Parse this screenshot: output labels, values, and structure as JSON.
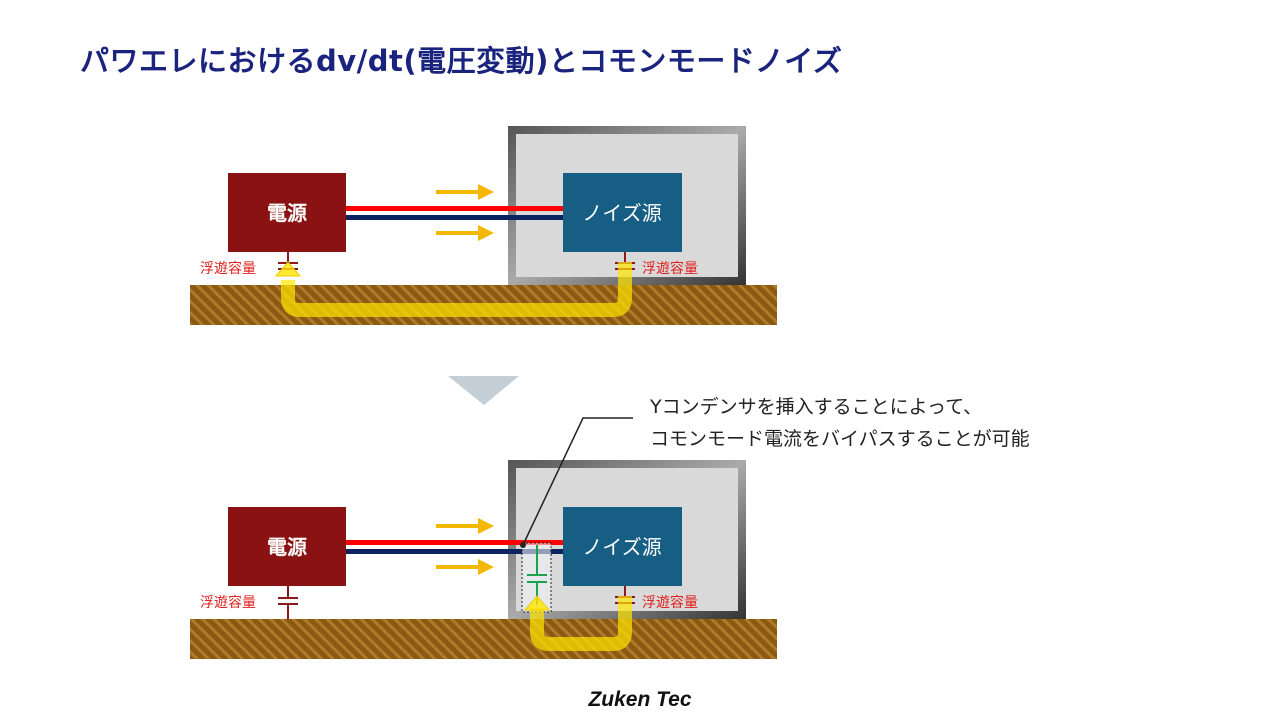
{
  "title": "パワエレにおけるdv/dt(電圧変動)とコモンモードノイズ",
  "diagram_top": {
    "power_label": "電源",
    "noise_label": "ノイズ源",
    "stray_left": "浮遊容量",
    "stray_right": "浮遊容量"
  },
  "diagram_bottom": {
    "power_label": "電源",
    "noise_label": "ノイズ源",
    "stray_left": "浮遊容量",
    "stray_right": "浮遊容量"
  },
  "callout": {
    "line1": "Yコンデンサを挿入することによって、",
    "line2": "コモンモード電流をバイパスすることが可能"
  },
  "footer": "Zuken Tec",
  "colors": {
    "title": "#1a237e",
    "power": "#8b1212",
    "noise": "#175e84",
    "arrow": "#f5b800",
    "stray": "#e0201e",
    "ycap": "#1aa34a"
  }
}
